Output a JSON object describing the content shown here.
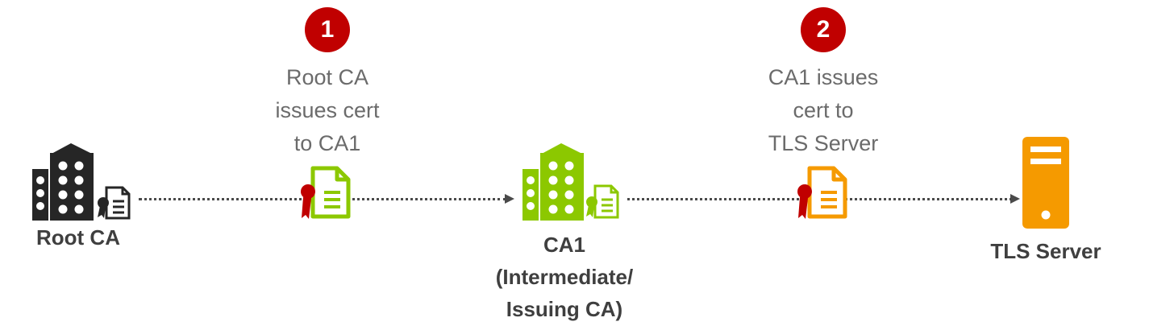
{
  "steps": [
    {
      "number": "1",
      "text": "Root  CA\nissues cert\nto CA1"
    },
    {
      "number": "2",
      "text": "CA1 issues\ncert to\nTLS Server"
    }
  ],
  "nodes": {
    "root_ca": {
      "label": "Root CA",
      "color": "#262626"
    },
    "ca1": {
      "label": "CA1\n(Intermediate/\nIssuing CA)",
      "color": "#8cc800"
    },
    "tls_server": {
      "label": "TLS Server",
      "color": "#f59a00"
    }
  },
  "certificates": {
    "cert1_color": "#8cc800",
    "cert2_color": "#f59a00",
    "ribbon_color": "#c00000"
  },
  "colors": {
    "badge": "#c00000",
    "arrow": "#4a4a4a",
    "step_text": "#6b6b6b",
    "node_label": "#3f3f3f"
  }
}
